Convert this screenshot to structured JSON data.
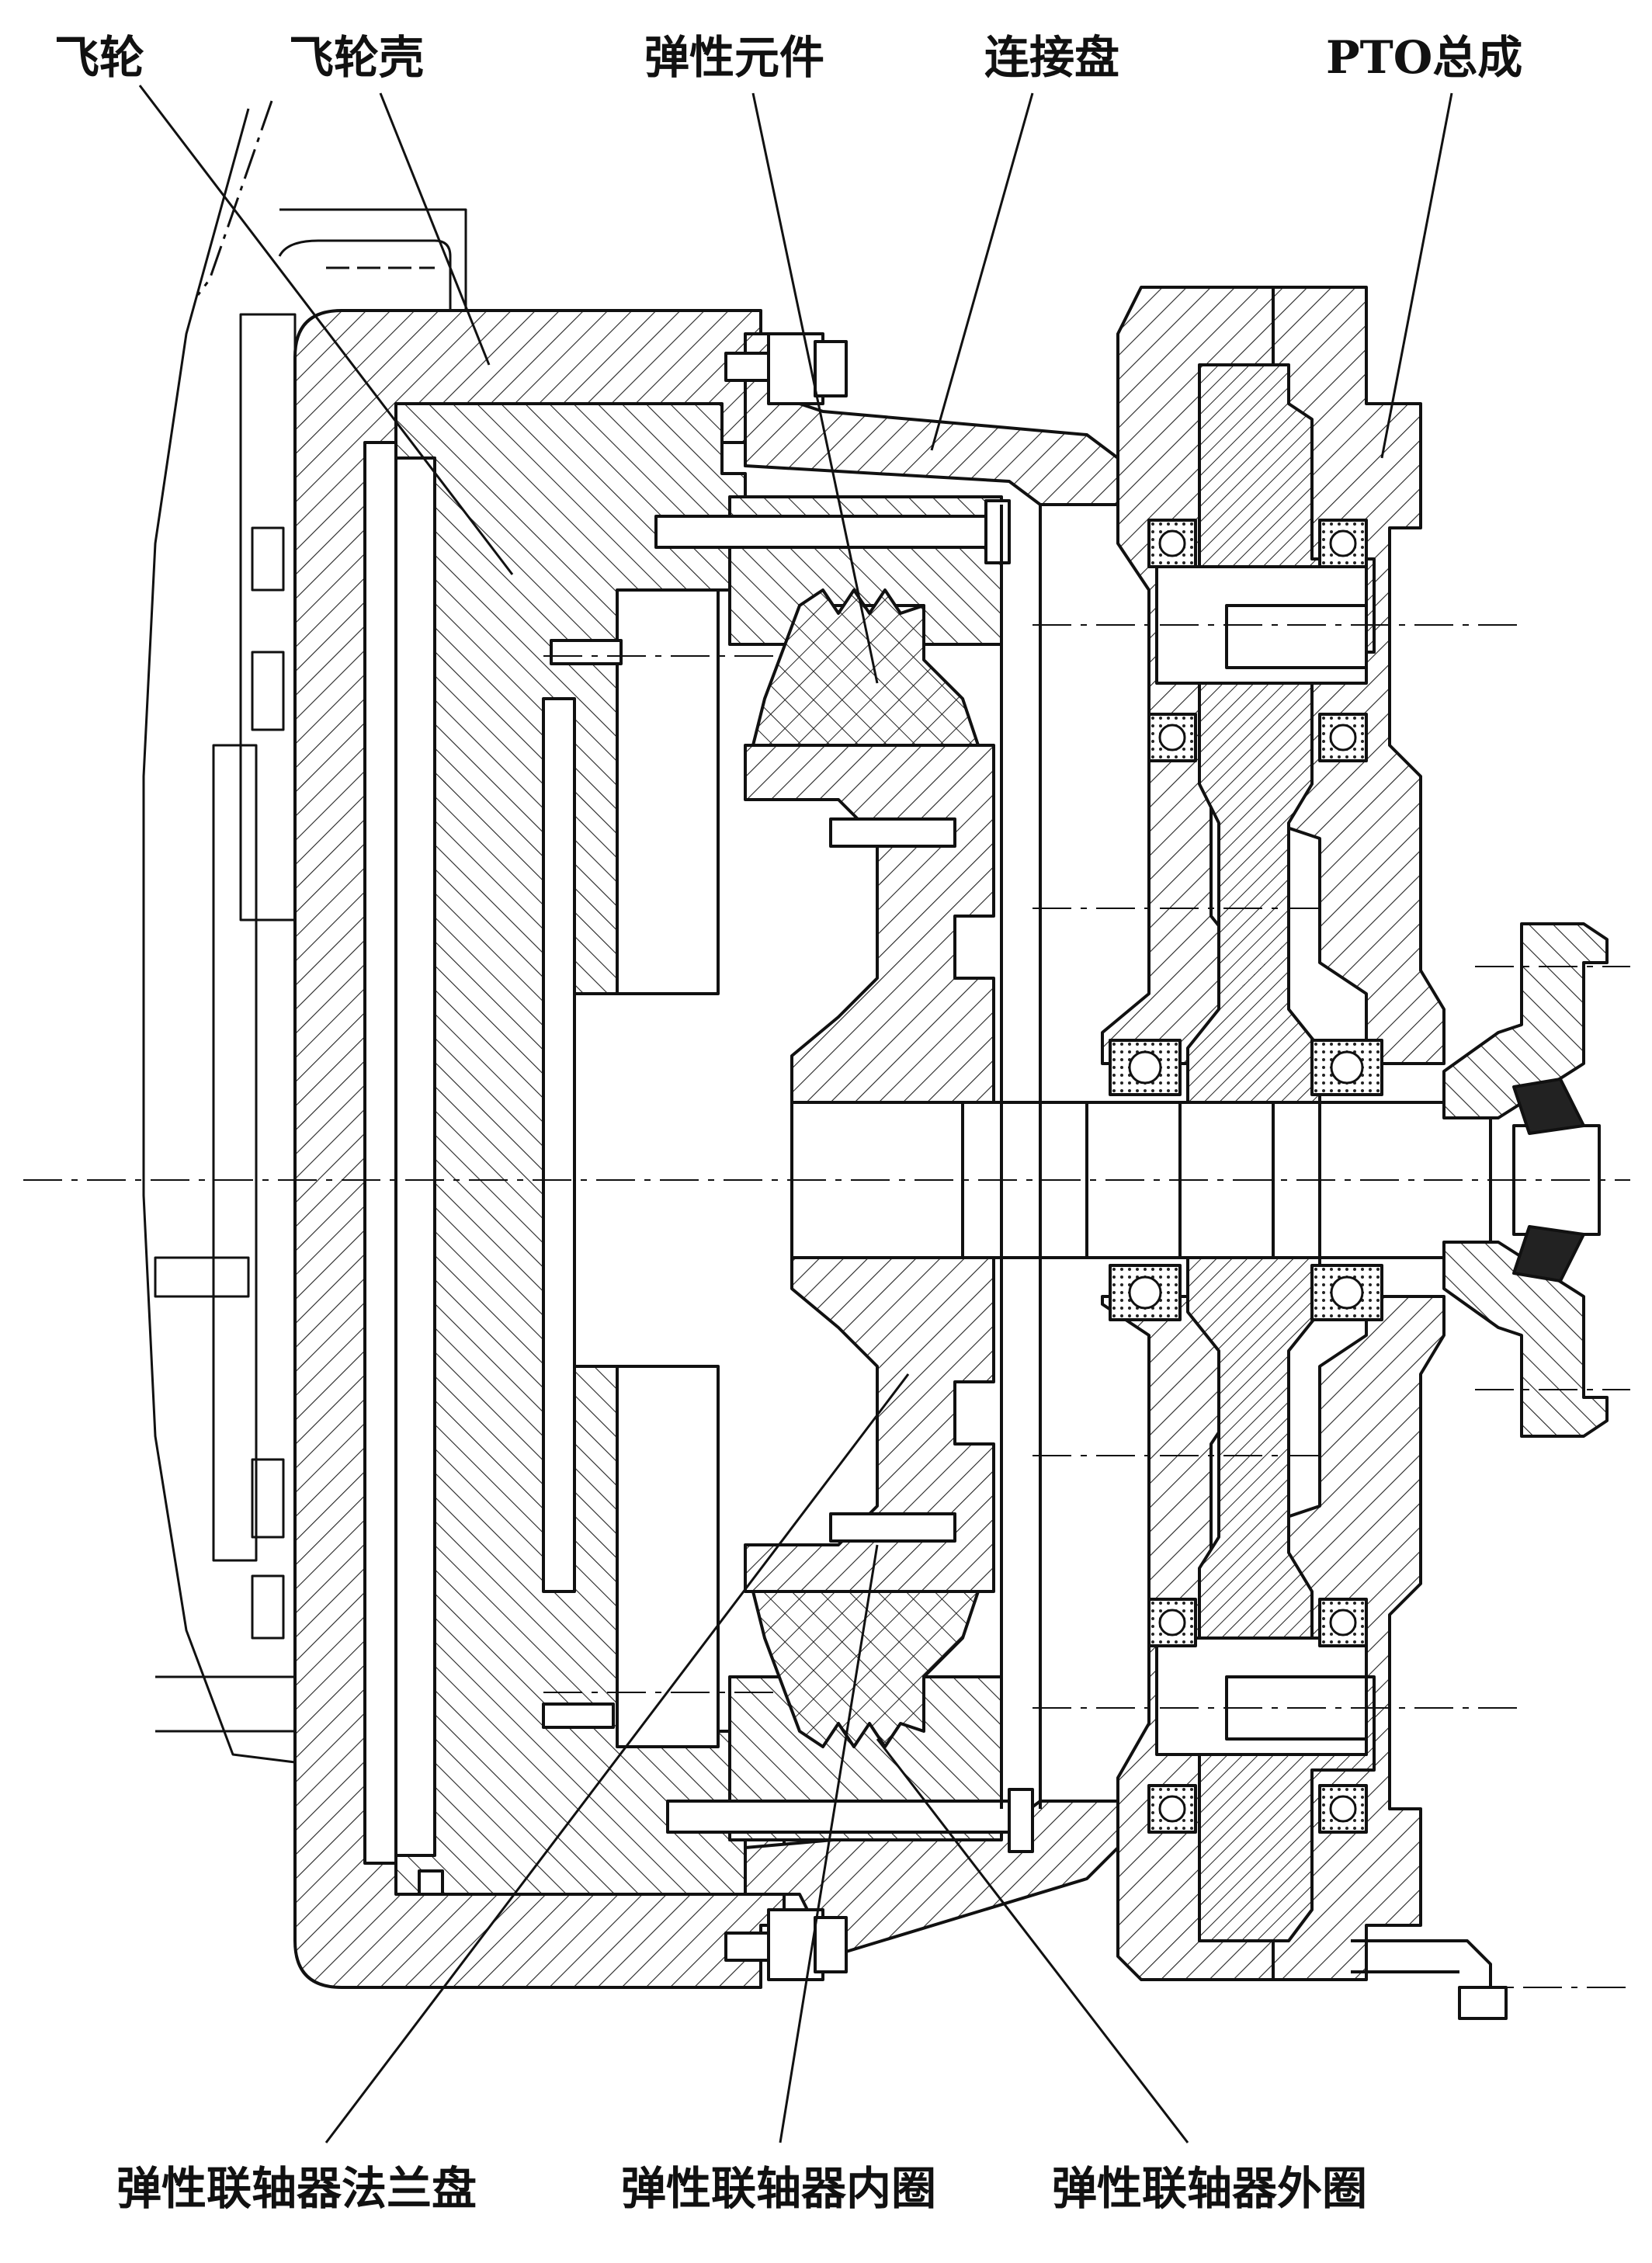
{
  "labels": {
    "flywheel": "飞轮",
    "flywheel_housing": "飞轮壳",
    "elastic_element": "弹性元件",
    "connecting_plate": "连接盘",
    "pto_assembly": "PTO总成",
    "coupling_flange": "弹性联轴器法兰盘",
    "coupling_inner_ring": "弹性联轴器内圈",
    "coupling_outer_ring": "弹性联轴器外圈"
  },
  "colors": {
    "line": "#111111",
    "hatch": "#222222",
    "background": "#ffffff"
  }
}
